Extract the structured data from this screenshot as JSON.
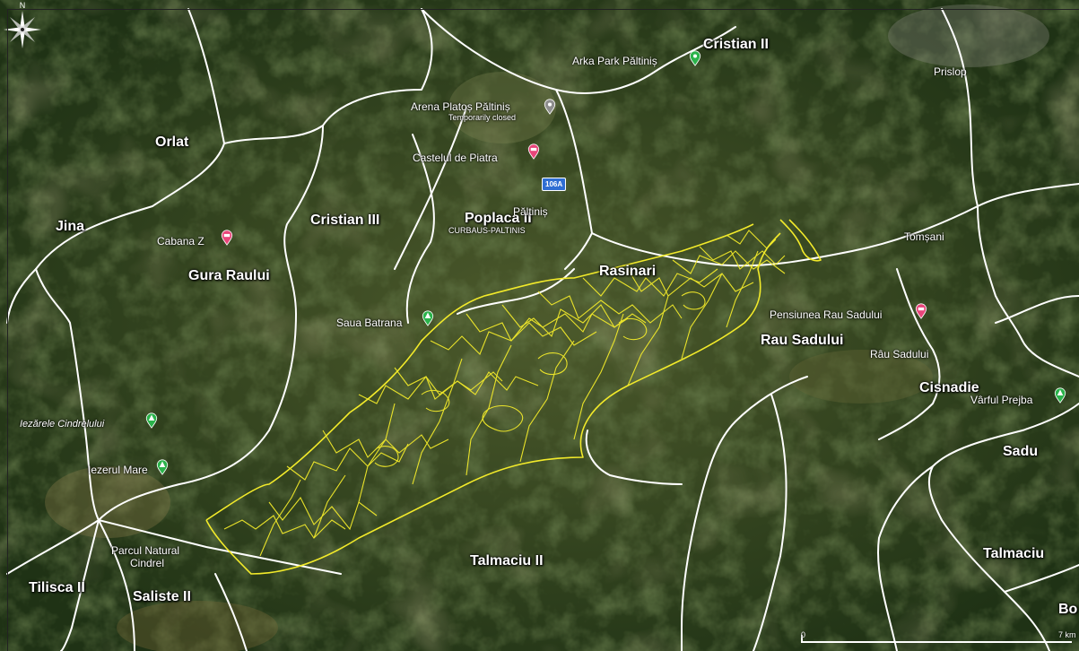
{
  "map": {
    "units": {
      "cristian_ii": "Cristian II",
      "orlat": "Orlat",
      "jina": "Jina",
      "cristian_iii": "Cristian III",
      "poplaca_ii": "Poplaca II",
      "gura_raului": "Gura Raului",
      "rasinari": "Rasinari",
      "rau_sadului": "Rau Sadului",
      "cisnadie": "Cisnadie",
      "sadu": "Sadu",
      "talmaciu": "Talmaciu",
      "talmaciu_ii": "Talmaciu II",
      "tilisca_ii": "Tilisca II",
      "saliste_ii": "Saliste II",
      "bo": "Bo"
    },
    "places": {
      "arka_park": "Arka Park Păltiniș",
      "arena_platos": "Arena Platoș Păltiniș",
      "temporarily_closed": "Temporarily closed",
      "castelul": "Castelul de Piatra",
      "paltinis": "Păltiniș",
      "curbaus": "CURBAUS-PALTINIS",
      "cabana_z": "Cabana Z",
      "saua_batrana": "Saua Batrana",
      "iezarele": "Iezărele Cindrelului",
      "iezerul_mare": "Iezerul Mare",
      "parcul_natural": "Parcul Natural",
      "cindrel": "Cindrel",
      "prislop": "Prislop",
      "tomsani": "Tomșani",
      "pensiunea": "Pensiunea Rau Sadului",
      "rau_sadului_village": "Râu Sadului",
      "varful_prejba": "Vârful Prejba"
    },
    "road_shield": "106A",
    "scale": {
      "start": "0",
      "end": "7 km"
    },
    "compass_label": "N",
    "colors": {
      "highlight": "#f2ea2a",
      "boundary": "#ffffff",
      "pin_pink": "#e8457a",
      "pin_green": "#2bb34b",
      "pin_gray": "#8e8e8e"
    }
  }
}
